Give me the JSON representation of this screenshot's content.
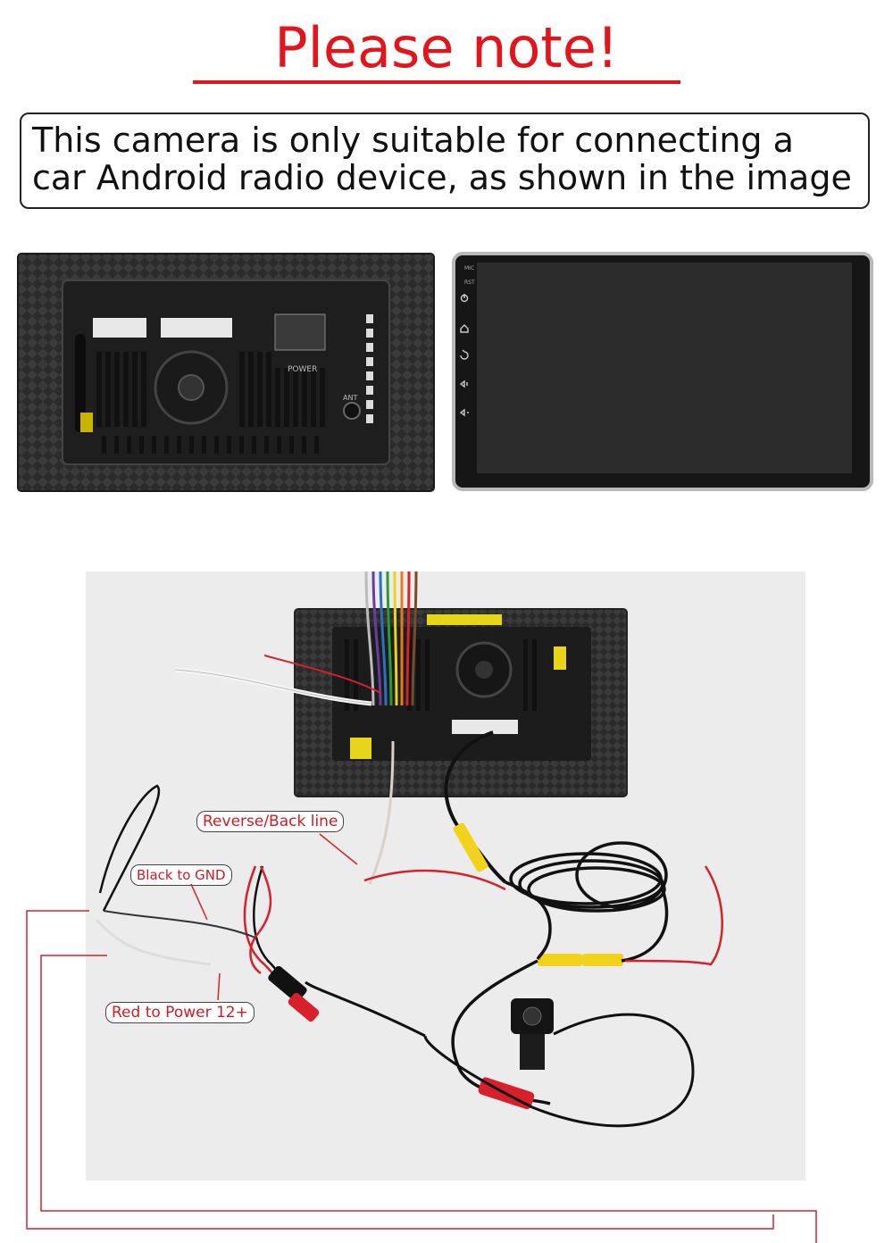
{
  "header": {
    "title": "Please note!",
    "notice_line1": "This camera is only suitable for connecting a",
    "notice_line2": "car Android radio device, as shown in the image"
  },
  "radio_back": {
    "label_power": "POWER",
    "label_ant": "ANT"
  },
  "radio_front": {
    "label_mic": "MIC",
    "label_rst": "RST"
  },
  "diagram": {
    "callout_reverse": "Reverse/Back line",
    "callout_gnd": "Black to GND",
    "callout_power": "Red to Power 12+"
  },
  "colors": {
    "accent": "#e3141b",
    "wire_red": "#d8202c",
    "rca_yellow": "#f2d21b"
  }
}
